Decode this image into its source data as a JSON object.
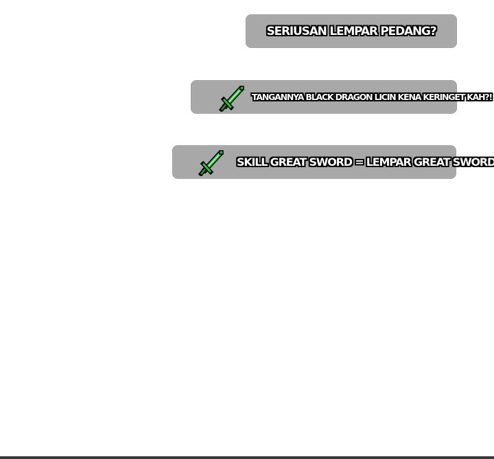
{
  "bubbles": [
    {
      "text": "SERIUSAN LEMPAR PEDANG?",
      "icon": ""
    },
    {
      "text": "TANGANNYA BLACK DRAGON LICIN KENA KERINGET KAH?!",
      "icon": "sword-icon"
    },
    {
      "text": "SKILL GREAT SWORD = LEMPAR GREAT SWORD",
      "icon": "sword-icon"
    }
  ],
  "colors": {
    "bubble_background": "#a8a8a8",
    "text_fill": "#ffffff",
    "text_outline": "#000000",
    "icon_green": "#2fbf3a",
    "page_background": "#ffffff"
  }
}
